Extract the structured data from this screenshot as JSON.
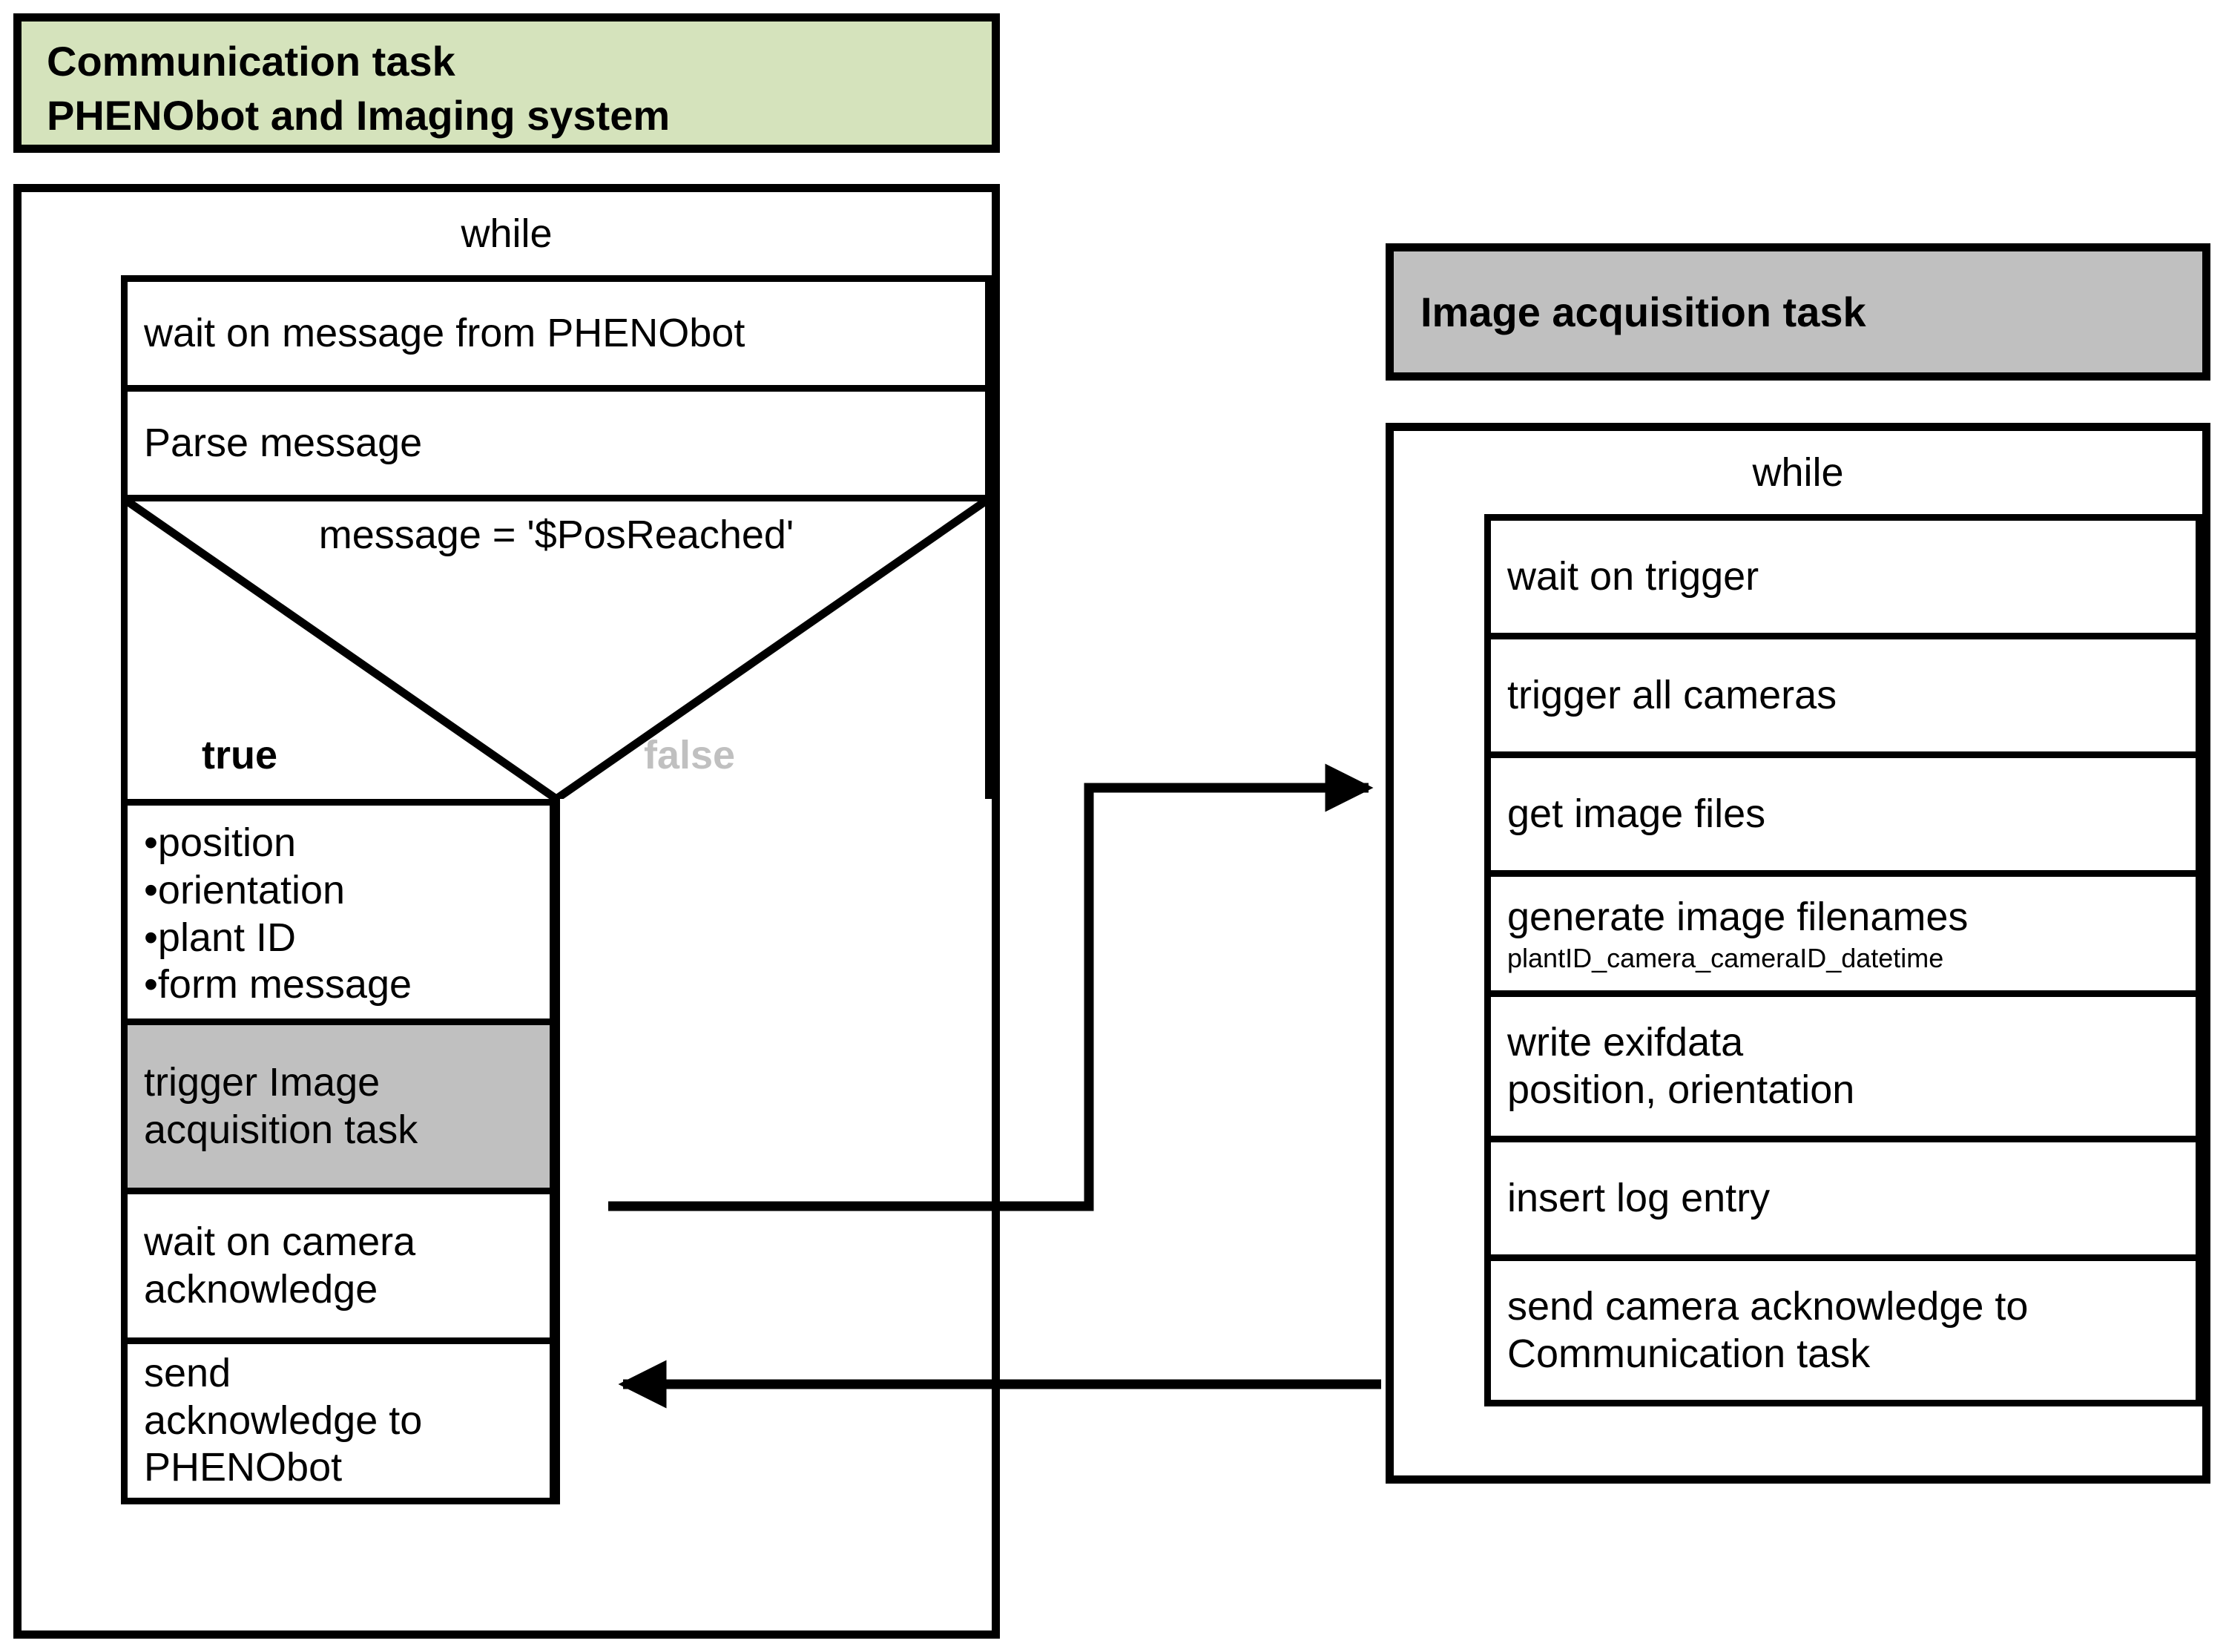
{
  "comm_task": {
    "title_line1": "Communication task",
    "title_line2": "PHENObot and Imaging system",
    "while_label": "while",
    "steps": {
      "wait_message": "wait on message from PHENObot",
      "parse_message": "Parse message",
      "decision_condition": "message = '$PosReached'",
      "true_label": "true",
      "false_label": "false",
      "bullets": [
        "•position",
        "•orientation",
        "•plant ID",
        "•form message"
      ],
      "trigger_line1": "trigger Image",
      "trigger_line2": "acquisition task",
      "wait_ack_line1": "wait on camera",
      "wait_ack_line2": "acknowledge",
      "send_ack_line1": "send",
      "send_ack_line2": "acknowledge to",
      "send_ack_line3": "PHENObot"
    }
  },
  "image_task": {
    "title": "Image acquisition task",
    "while_label": "while",
    "steps": [
      {
        "text": "wait on trigger",
        "sub": ""
      },
      {
        "text": "trigger all cameras",
        "sub": ""
      },
      {
        "text": "get image files",
        "sub": ""
      },
      {
        "text": "generate image filenames",
        "sub": "plantID_camera_cameraID_datetime"
      },
      {
        "text": "write exifdata",
        "sub": ""
      },
      {
        "text": "insert log entry",
        "sub": ""
      },
      {
        "text": "send camera acknowledge to",
        "sub": ""
      }
    ],
    "exif_line2": "position, orientation",
    "send_ack_line2": "Communication  task"
  },
  "colors": {
    "header_green": "#d5e3bc",
    "highlight_gray": "#c0c0c0",
    "false_gray": "#c0c0c0",
    "stroke": "#000000"
  },
  "arrows": {
    "trigger_to_image": "trigger Image acquisition task → Image acquisition task while loop",
    "image_to_wait": "Image acquisition task → wait on camera acknowledge"
  }
}
